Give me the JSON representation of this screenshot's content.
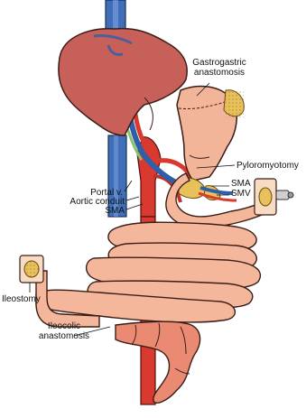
{
  "diagram": {
    "labels": {
      "gastrogastric_1": "Gastrogastric",
      "gastrogastric_2": "anastomosis",
      "pyloromyotomy": "Pyloromyotomy",
      "sma_right": "SMA",
      "smv_right": "SMV",
      "portal_v": "Portal v.",
      "aortic_conduit": "Aortic conduit",
      "sma_left": "SMA",
      "ileostomy": "Ileostomy",
      "ileocolic_1": "Ileocolic",
      "ileocolic_2": "anastomosis"
    },
    "colors": {
      "liver": "#c8605a",
      "stomach": "#f3b59a",
      "intestine": "#f5b79c",
      "aorta": "#d9392e",
      "vena_cava": "#3f6fb8",
      "portal_vein": "#2f5fa8",
      "fat": "#e8c15a",
      "outline": "#3a1d17"
    }
  }
}
